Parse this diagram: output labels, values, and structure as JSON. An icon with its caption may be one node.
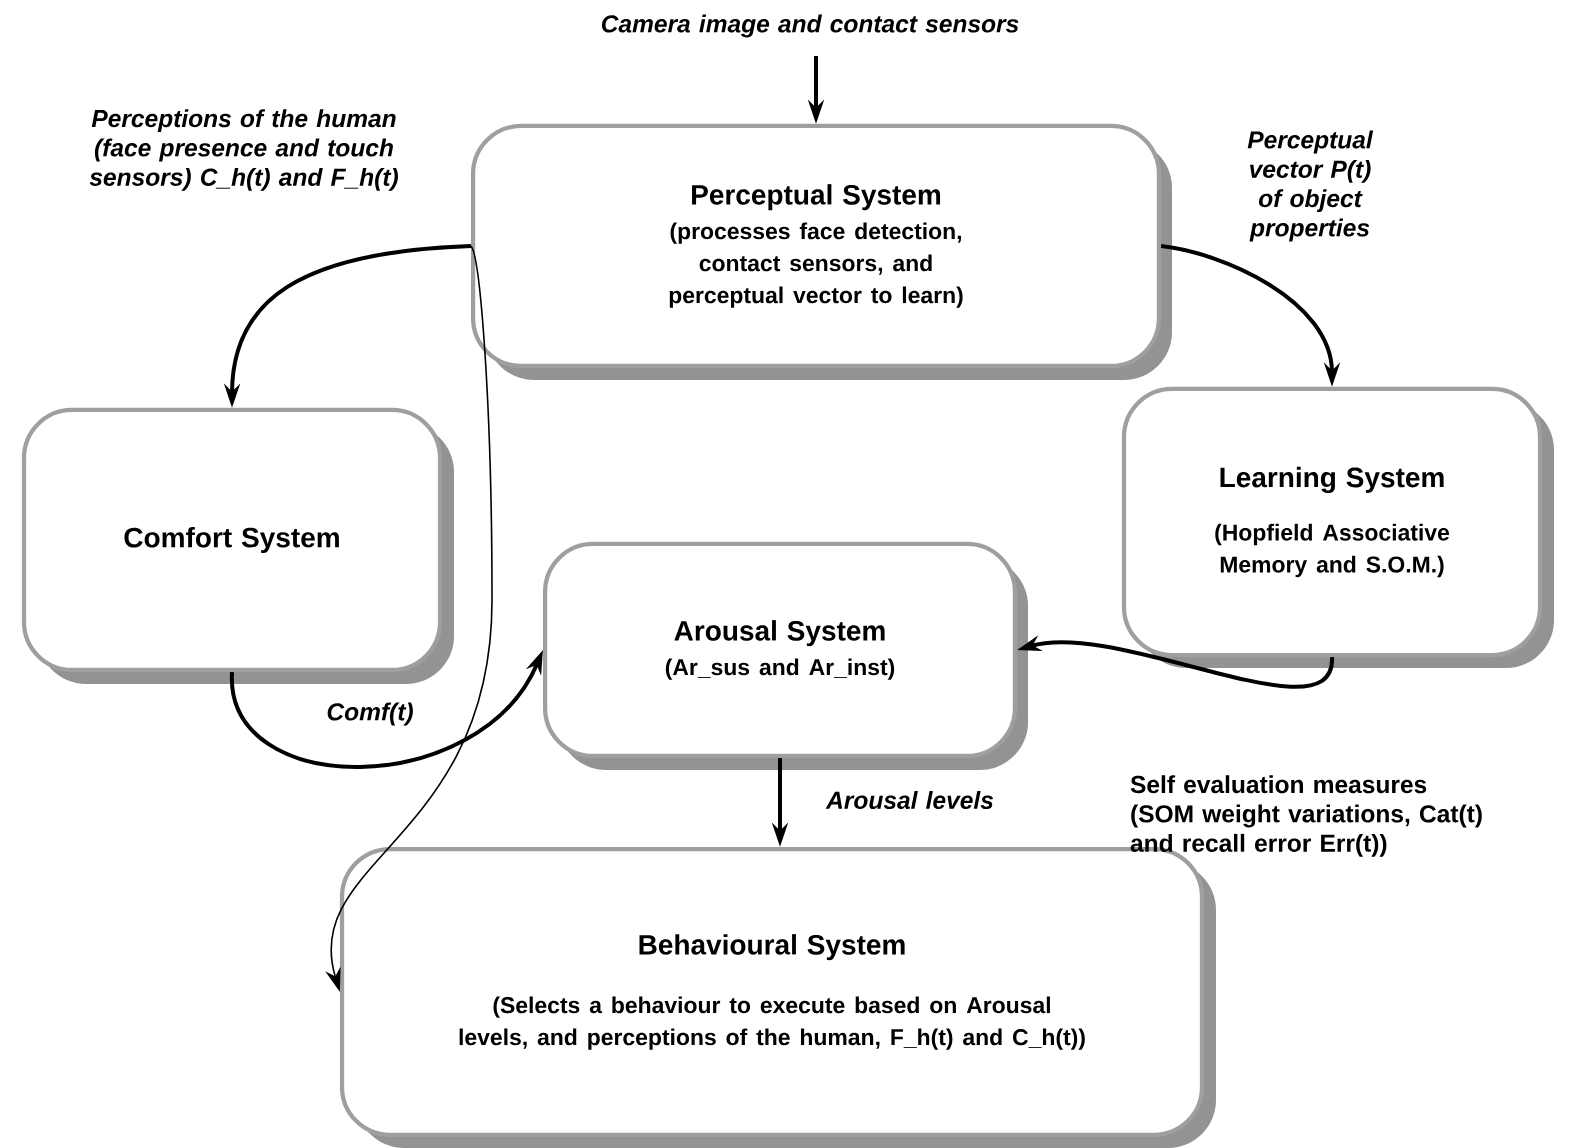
{
  "diagram": {
    "nodes": [
      {
        "text": [
          "Perceptual System",
          "(processes face detection, contact sensors, and perceptual vector to learn)"
        ]
      },
      {
        "text": [
          "Comfort System"
        ]
      },
      {
        "text": [
          "Learning System",
          "(Hopfield Associative Memory and S.O.M.)"
        ]
      },
      {
        "text": [
          "Arousal System",
          "(Ar_sus and Ar_inst)"
        ]
      },
      {
        "text": [
          "Behavioural System",
          "(Selects a behaviour to execute based on Arousal levels, and perceptions of the human, F_h(t) and C_h(t))"
        ]
      }
    ],
    "edges": [
      {
        "from": null,
        "to": 0,
        "arrow": "to",
        "label": "Camera image and contact sensors"
      },
      {
        "from": 0,
        "to": 1,
        "arrow": "to"
      },
      {
        "from": 0,
        "to": 2,
        "arrow": "to",
        "label": "Perceptual vector P(t) of object properties"
      },
      {
        "from": 1,
        "to": 3,
        "arrow": "to",
        "label": "Comf(t)"
      },
      {
        "from": 2,
        "to": 3,
        "arrow": "to",
        "label": "Self evaluation measures (SOM weight variations, Cat(t) and recall error Err(t))"
      },
      {
        "from": 3,
        "to": 4,
        "arrow": "to",
        "label": "Arousal levels"
      },
      {
        "from": 0,
        "to": 4,
        "arrow": "to"
      }
    ],
    "labels": [
      "Perceptions of the human (face presence and touch sensors) C_h(t) and F_h(t)"
    ]
  }
}
